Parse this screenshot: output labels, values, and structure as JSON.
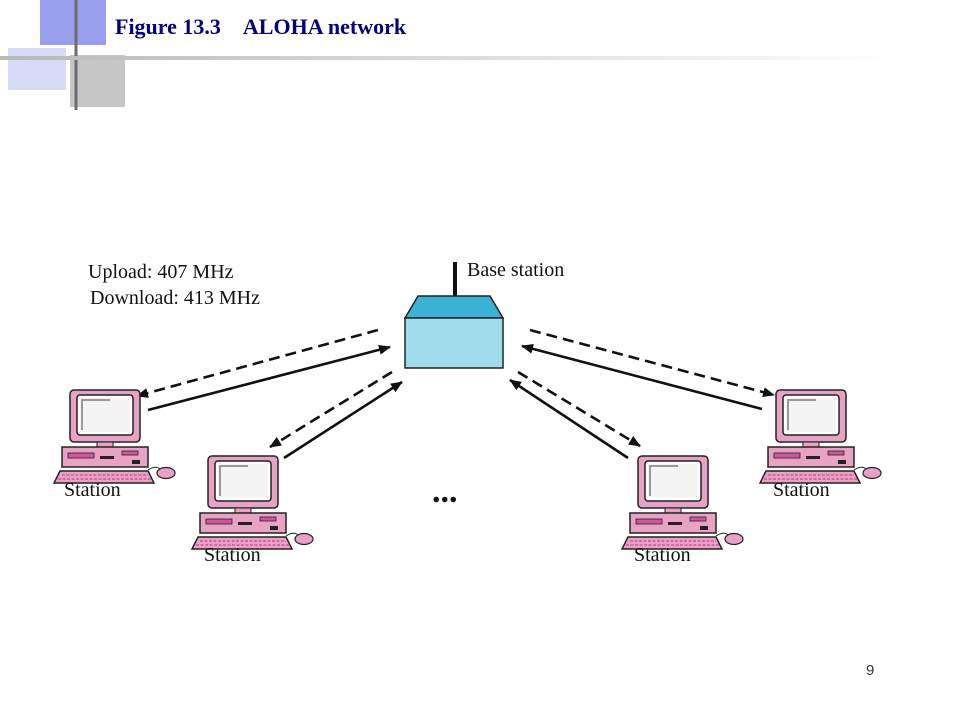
{
  "slide": {
    "figure_number": "Figure 13.3",
    "figure_title": "ALOHA network",
    "page_number": "9"
  },
  "diagram": {
    "base_station_label": "Base station",
    "upload_label": "Upload: 407 MHz",
    "download_label": "Download: 413 MHz",
    "station_label": "Station",
    "ellipsis": "...",
    "colors": {
      "base_station_fill": "#9fdcec",
      "base_station_top": "#3ab2d4",
      "computer_body": "#e8a2c4",
      "computer_accent": "#d2569a",
      "title_blue": "#000080",
      "decor_blue": "#9aa0ee"
    }
  }
}
